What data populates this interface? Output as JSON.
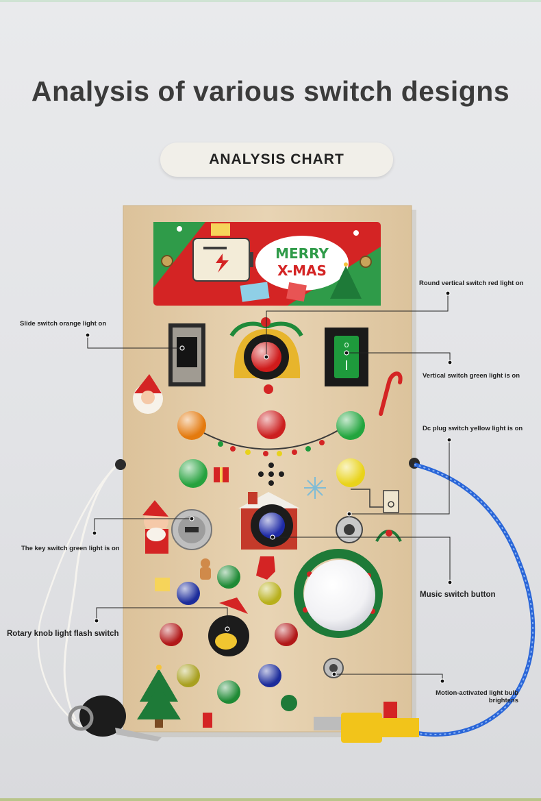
{
  "title": "Analysis of various switch designs",
  "badge": "ANALYSIS CHART",
  "panel": {
    "line1": "MERRY",
    "line2": "X-MAS"
  },
  "labels": {
    "round_vertical": "Round vertical switch red light on",
    "slide": "Slide switch orange light on",
    "vertical": "Vertical switch green light is on",
    "dc_plug": "Dc plug switch yellow light is on",
    "key": "The key switch green light is on",
    "music": "Music switch button",
    "rotary": "Rotary knob light flash switch",
    "motion_line1": "Motion-activated light bulb",
    "motion_line2": "brightens"
  },
  "colors": {
    "wood": "#e4cfae",
    "red": "#d42424",
    "green": "#1e9a3c",
    "orange": "#e47a0e",
    "yellow": "#e8d21c",
    "blue": "#1d2f9e",
    "cable": "#2a66d8"
  },
  "icons": [
    "battery-icon",
    "santa-icon",
    "bell-icon",
    "candy-cane-icon",
    "speaker-icon",
    "snowflake-icon",
    "gift-icon",
    "gingerbread-icon",
    "stocking-icon",
    "tree-icon",
    "penguin-icon",
    "house-icon",
    "key-icon",
    "dc-plug-icon"
  ]
}
